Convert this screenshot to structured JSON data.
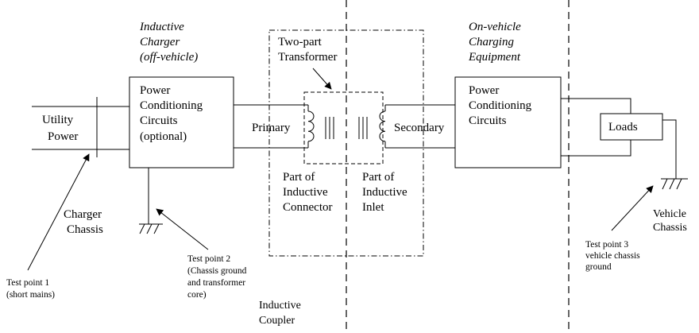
{
  "inductive_charger": [
    "Inductive",
    "Charger",
    "(off-vehicle)"
  ],
  "on_vehicle_equipment": [
    "On-vehicle",
    "Charging",
    "Equipment"
  ],
  "utility_power": [
    "Utility",
    "Power"
  ],
  "power_conditioning_left": [
    "Power",
    "Conditioning",
    "Circuits",
    "(optional)"
  ],
  "power_conditioning_right": [
    "Power",
    "Conditioning",
    "Circuits"
  ],
  "two_part_transformer": [
    "Two-part",
    "Transformer"
  ],
  "primary": "Primary",
  "secondary": "Secondary",
  "part_connector": [
    "Part of",
    "Inductive",
    "Connector"
  ],
  "part_inlet": [
    "Part of",
    "Inductive",
    "Inlet"
  ],
  "loads": "Loads",
  "charger_chassis": [
    "Charger",
    "Chassis"
  ],
  "vehicle_chassis": [
    "Vehicle",
    "Chassis"
  ],
  "test_point_1": [
    "Test point 1",
    "(short mains)"
  ],
  "test_point_2": [
    "Test point 2",
    "(Chassis ground",
    "and transformer",
    "core)"
  ],
  "test_point_3": [
    "Test point 3",
    "vehicle chassis",
    "ground"
  ],
  "inductive_coupler": [
    "Inductive",
    "Coupler"
  ]
}
